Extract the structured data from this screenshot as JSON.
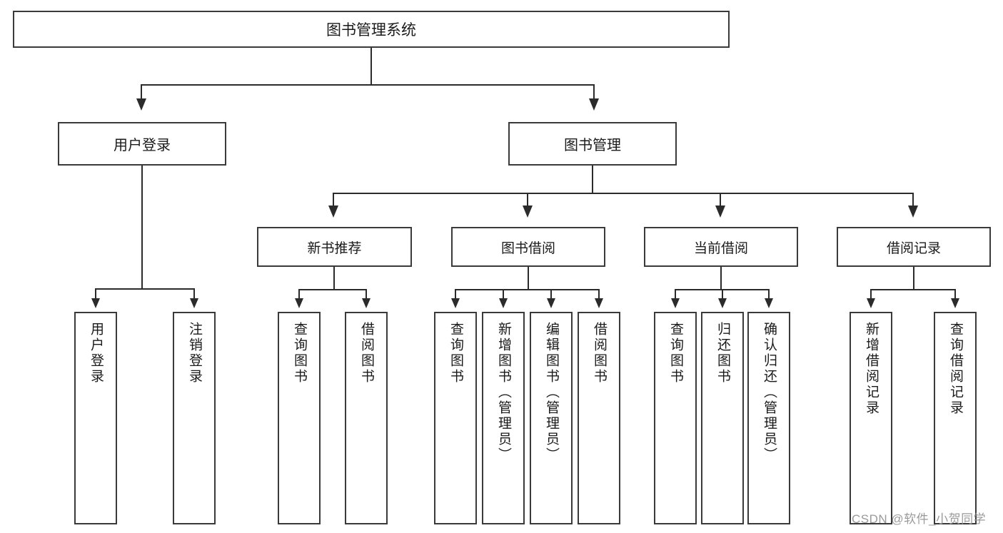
{
  "diagram": {
    "type": "tree-hierarchy",
    "title": "图书管理系统",
    "root": {
      "label": "图书管理系统"
    },
    "level2": [
      {
        "label": "用户登录"
      },
      {
        "label": "图书管理"
      }
    ],
    "level3": [
      {
        "label": "新书推荐"
      },
      {
        "label": "图书借阅"
      },
      {
        "label": "当前借阅"
      },
      {
        "label": "借阅记录"
      }
    ],
    "leaves": {
      "user_login": [
        {
          "label": "用户登录"
        },
        {
          "label": "注销登录"
        }
      ],
      "new_book_recommend": [
        {
          "label": "查询图书"
        },
        {
          "label": "借阅图书"
        }
      ],
      "book_borrow": [
        {
          "label": "查询图书"
        },
        {
          "label": "新增图书（管理员）"
        },
        {
          "label": "编辑图书（管理员）"
        },
        {
          "label": "借阅图书"
        }
      ],
      "current_borrow": [
        {
          "label": "查询图书"
        },
        {
          "label": "归还图书"
        },
        {
          "label": "确认归还（管理员）"
        }
      ],
      "borrow_record": [
        {
          "label": "新增借阅记录"
        },
        {
          "label": "查询借阅记录"
        }
      ]
    }
  },
  "watermark": {
    "text": "CSDN @软件_小贺同学"
  },
  "colors": {
    "background": "#ffffff",
    "box_border": "#3a3a3a",
    "line": "#2b2b2b",
    "text": "#1a1a1a",
    "watermark": "#9a9a9a"
  }
}
